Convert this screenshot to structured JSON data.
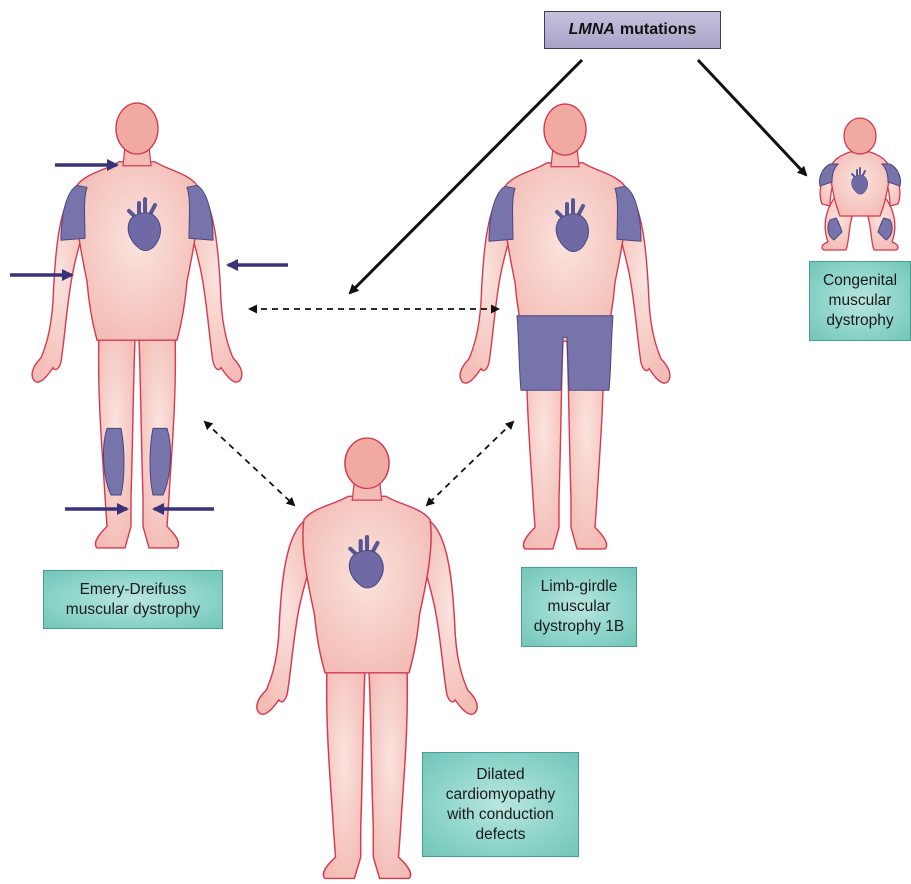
{
  "header": {
    "gene": "LMNA",
    "suffix": "mutations"
  },
  "labels": {
    "emery_dreifuss": "Emery-Dreifuss\nmuscular dystrophy",
    "limb_girdle": "Limb-girdle\nmuscular\ndystrophy 1B",
    "congenital": "Congenital\nmuscular\ndystrophy",
    "dilated": "Dilated\ncardiomyopathy\nwith conduction\ndefects"
  },
  "colors": {
    "skin": "#f7c9c4",
    "skin_light": "#fbe1dc",
    "skin_dark": "#eea59e",
    "outline": "#d43a52",
    "affected": "#7773ab",
    "affected_outline": "#4a4680",
    "arrow_dark": "#111111",
    "arrow_indicator": "#39347a",
    "label_fill": "#79cbbf",
    "title_fill": "#b8b4d3"
  }
}
